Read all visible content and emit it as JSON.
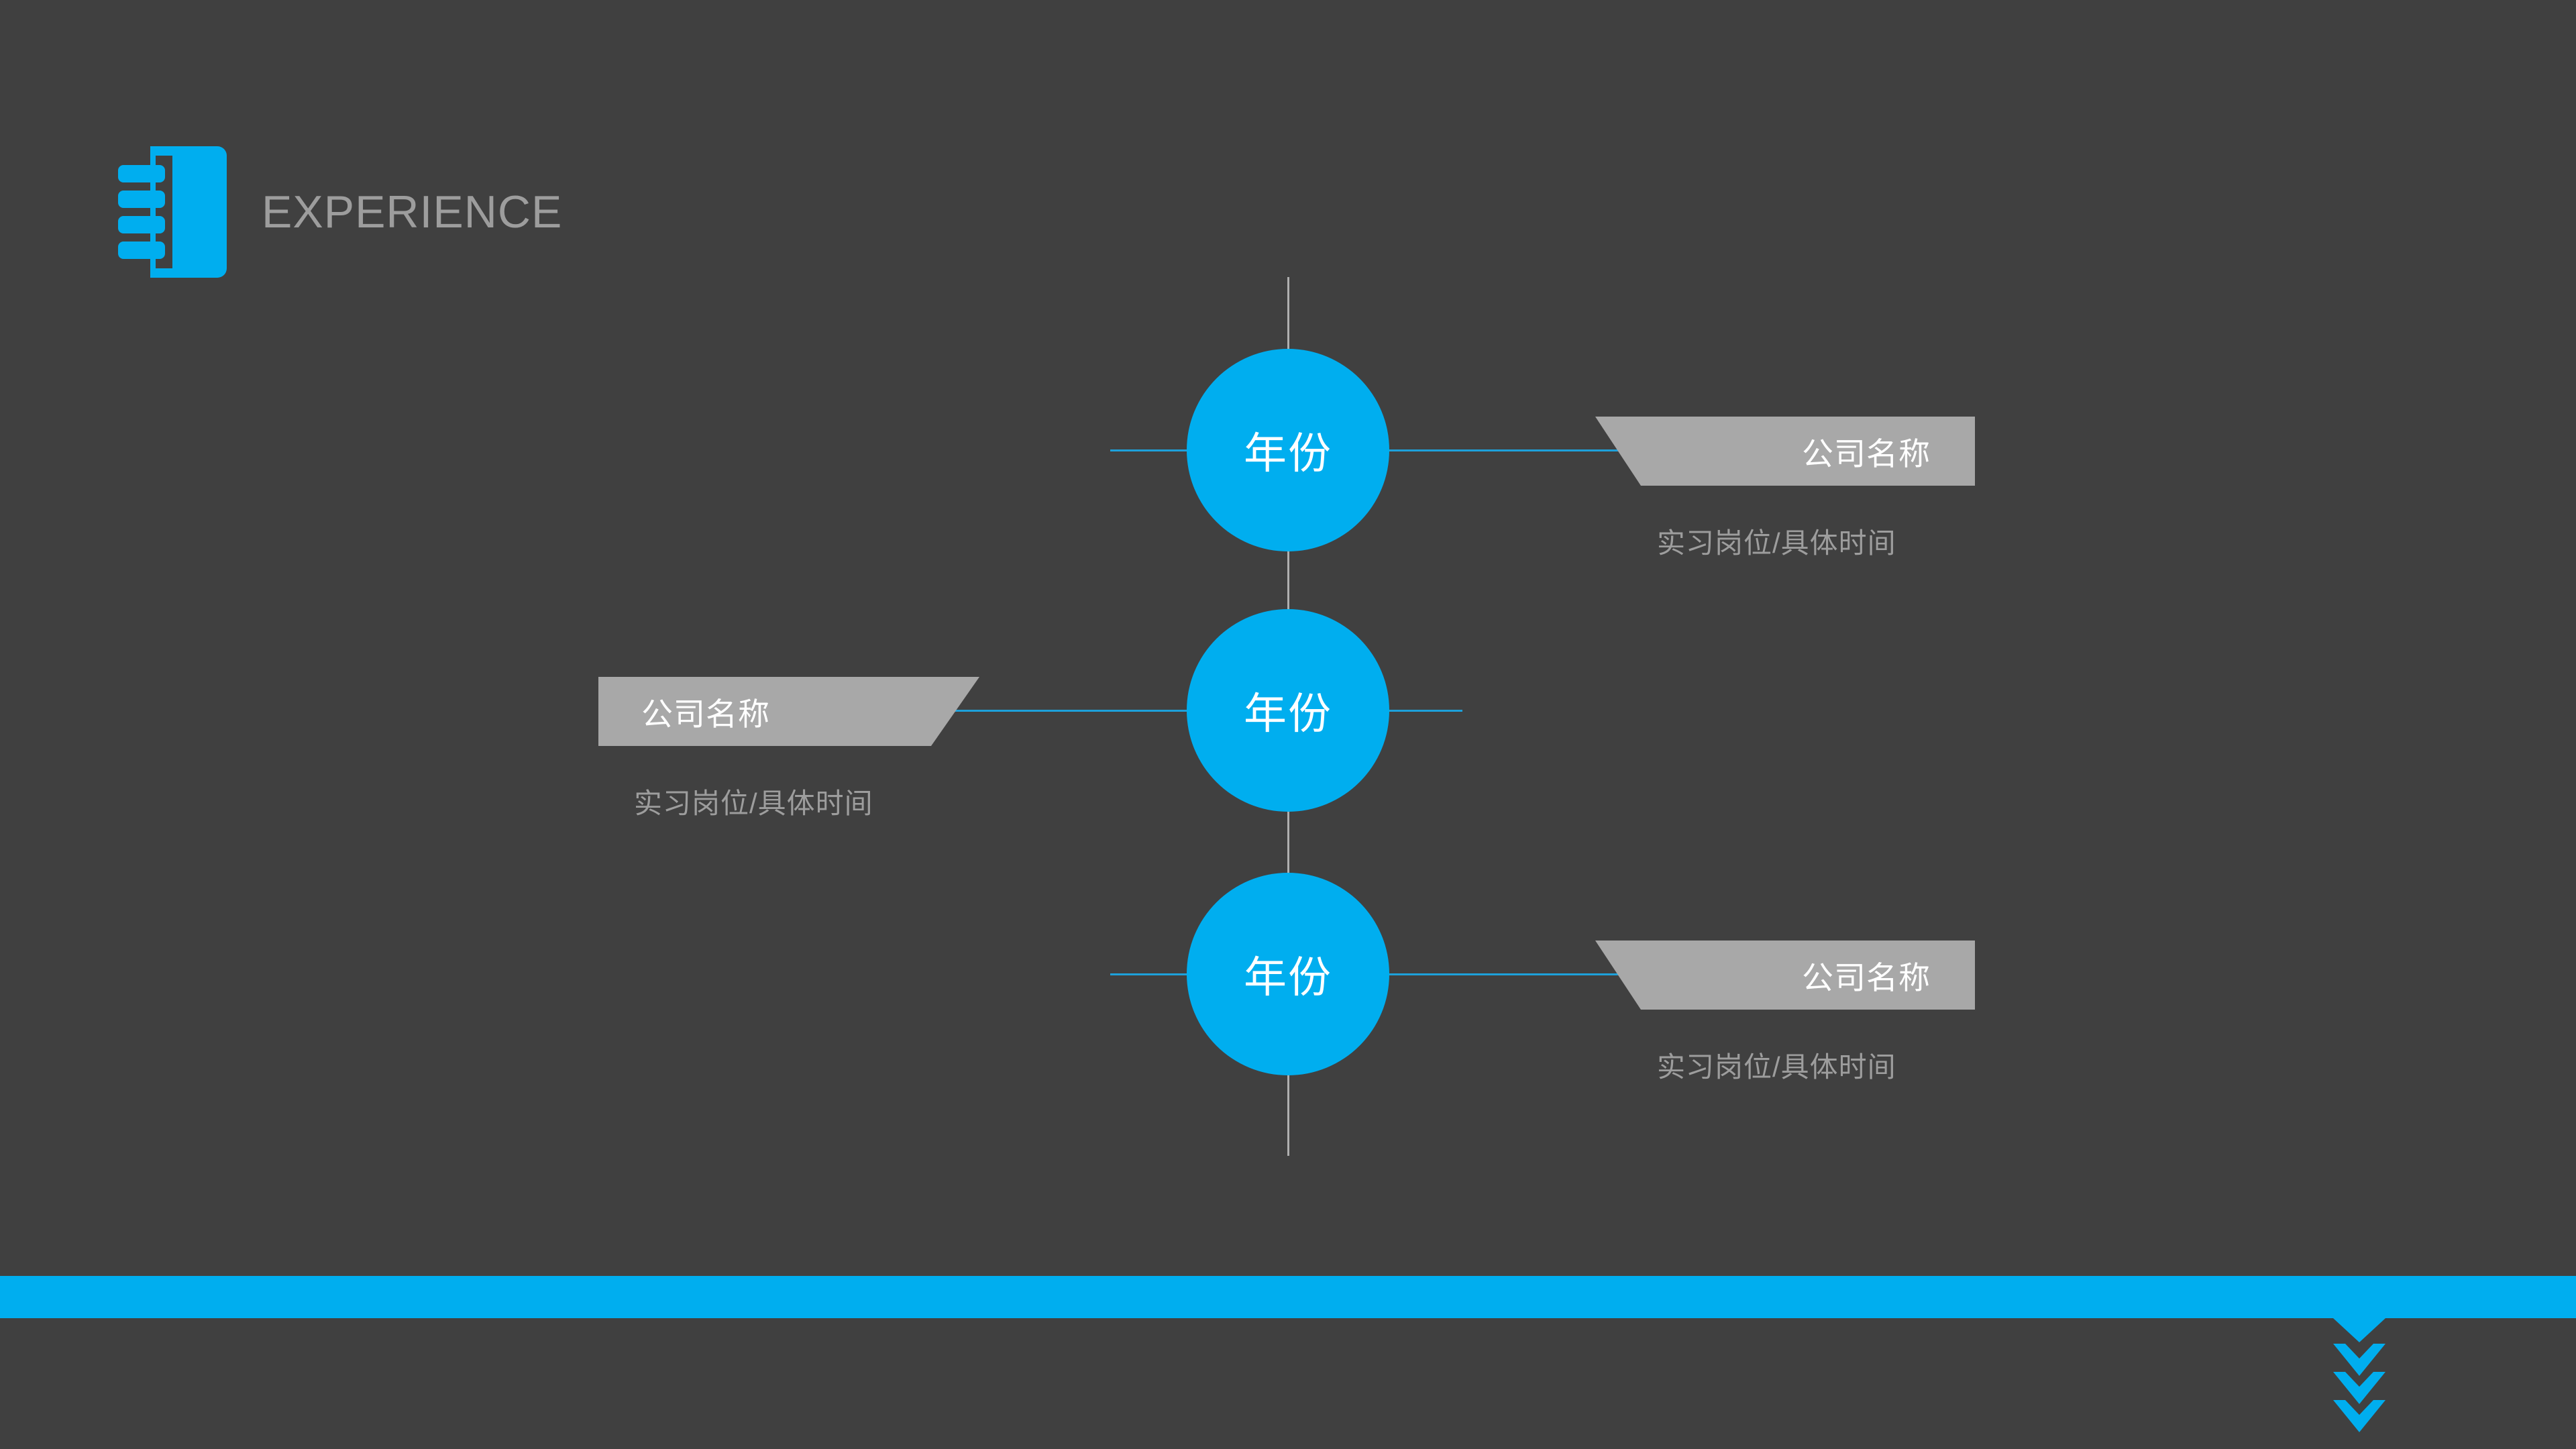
{
  "slide": {
    "background_color": "#404040",
    "accent_color": "#00AEEF",
    "banner_color": "#A8A8A8",
    "muted_text_color": "#9D9D9D"
  },
  "header": {
    "title": "EXPERIENCE",
    "icon": "notebook-icon"
  },
  "timeline": {
    "items": [
      {
        "year_label": "年份",
        "company_name": "公司名称",
        "detail": "实习岗位/具体时间",
        "side": "right"
      },
      {
        "year_label": "年份",
        "company_name": "公司名称",
        "detail": "实习岗位/具体时间",
        "side": "left"
      },
      {
        "year_label": "年份",
        "company_name": "公司名称",
        "detail": "实习岗位/具体时间",
        "side": "right"
      }
    ]
  },
  "footer": {
    "bar_color": "#00AEEF",
    "chevron_icon": "chevron-down-icon",
    "chevron_count": 4
  }
}
